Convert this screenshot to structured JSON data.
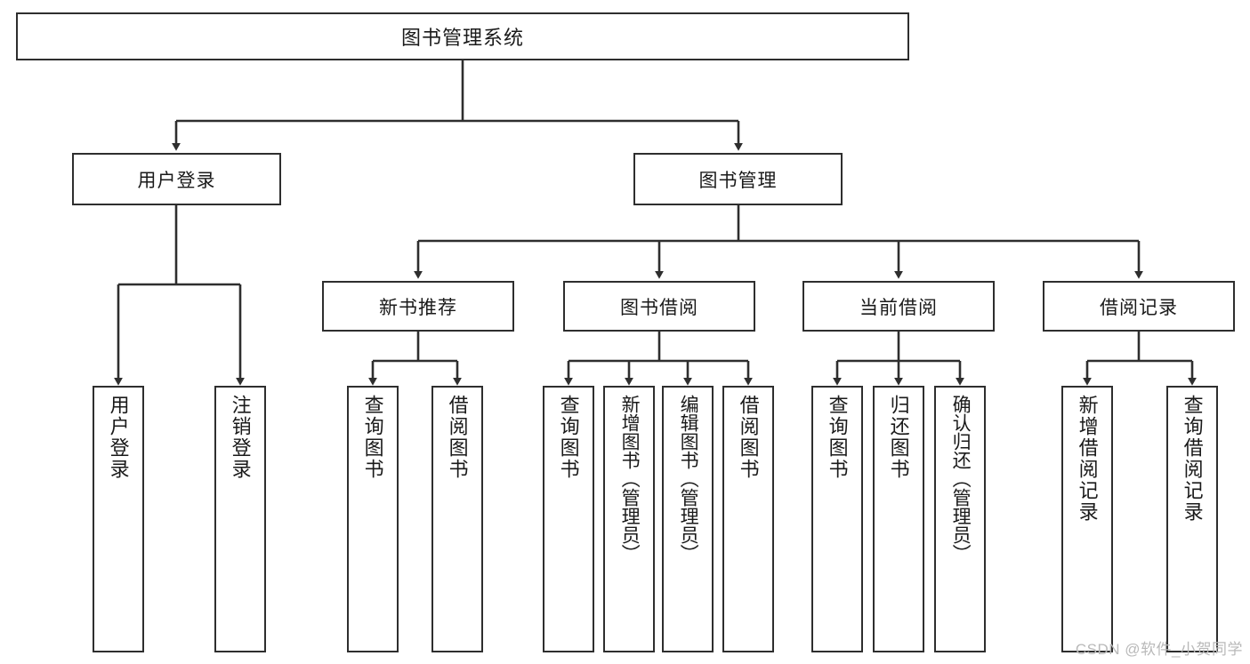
{
  "diagram": {
    "title_text": "图书管理系统",
    "type": "tree-hierarchy",
    "colors": {
      "background": "#ffffff",
      "node_fill": "#ffffff",
      "node_border": "#2e2e2e",
      "edge": "#2e2e2e",
      "text": "#1a1a1a",
      "watermark": "#b9b9b9"
    },
    "watermark": "CSDN @软件_小贺同学",
    "levels": {
      "root": {
        "label": "图书管理系统"
      },
      "level2": [
        {
          "label": "用户登录"
        },
        {
          "label": "图书管理"
        }
      ],
      "level3": [
        {
          "label": "新书推荐"
        },
        {
          "label": "图书借阅"
        },
        {
          "label": "当前借阅"
        },
        {
          "label": "借阅记录"
        }
      ],
      "leaves": {
        "user_login": [
          {
            "label": "用户登录"
          },
          {
            "label": "注销登录"
          }
        ],
        "new_book_recommend": [
          {
            "label": "查询图书"
          },
          {
            "label": "借阅图书"
          }
        ],
        "book_borrow": [
          {
            "label": "查询图书"
          },
          {
            "label": "新增图书（管理员）"
          },
          {
            "label": "编辑图书（管理员）"
          },
          {
            "label": "借阅图书"
          }
        ],
        "current_borrow": [
          {
            "label": "查询图书"
          },
          {
            "label": "归还图书"
          },
          {
            "label": "确认归还（管理员）"
          }
        ],
        "borrow_record": [
          {
            "label": "新增借阅记录"
          },
          {
            "label": "查询借阅记录"
          }
        ]
      }
    }
  }
}
